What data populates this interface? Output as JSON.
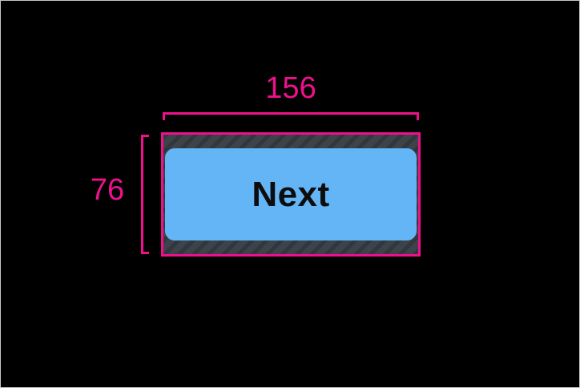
{
  "colors": {
    "canvas-bg": "#000000",
    "screen-border": "#c6c6c6",
    "accent": "#f0108c",
    "button-bg": "#64b5f6",
    "button-text": "#0d0d0d",
    "padding-fill": "#3c434a",
    "padding-stripe": "#31373d"
  },
  "measurement": {
    "width_label": "156",
    "height_label": "76"
  },
  "widget": {
    "button_label": "Next"
  }
}
